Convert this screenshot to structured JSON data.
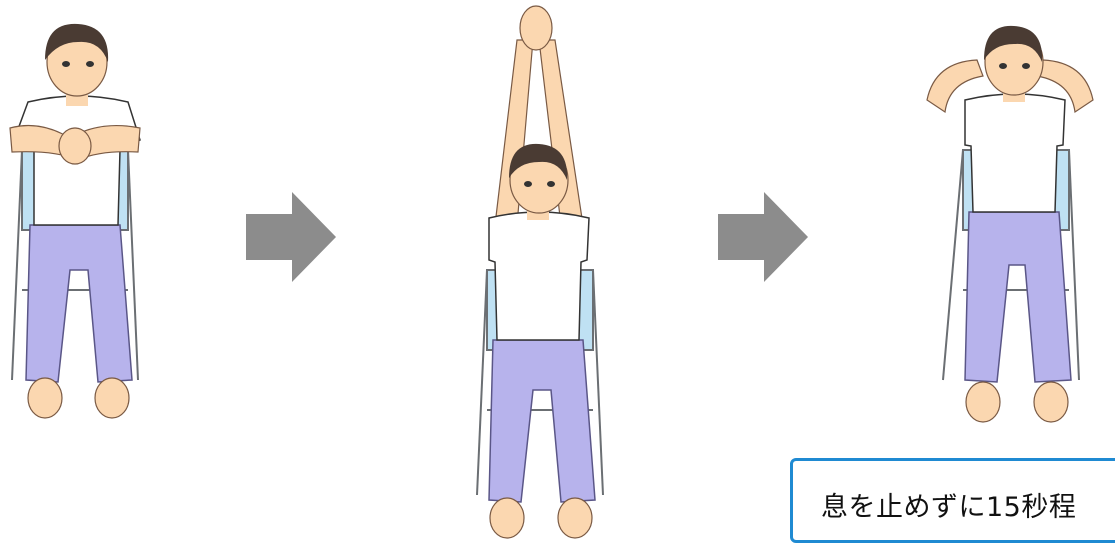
{
  "illustration": {
    "steps": [
      {
        "pose": "hands-clasped-in-front"
      },
      {
        "pose": "arms-stretched-overhead"
      },
      {
        "pose": "hands-behind-head"
      }
    ],
    "arrow_icons": [
      "arrow-right-icon",
      "arrow-right-icon"
    ],
    "colors": {
      "shirt": "#ffffff",
      "pants": "#b7b3ec",
      "skin": "#fbd7b0",
      "hair": "#4a3b33",
      "chair_back": "#bfe1f3",
      "chair_frame": "#6b6f73",
      "arrow": "#8c8c8c",
      "caption_border": "#1f8ad2"
    }
  },
  "caption": {
    "text": "息を止めずに15秒程"
  }
}
